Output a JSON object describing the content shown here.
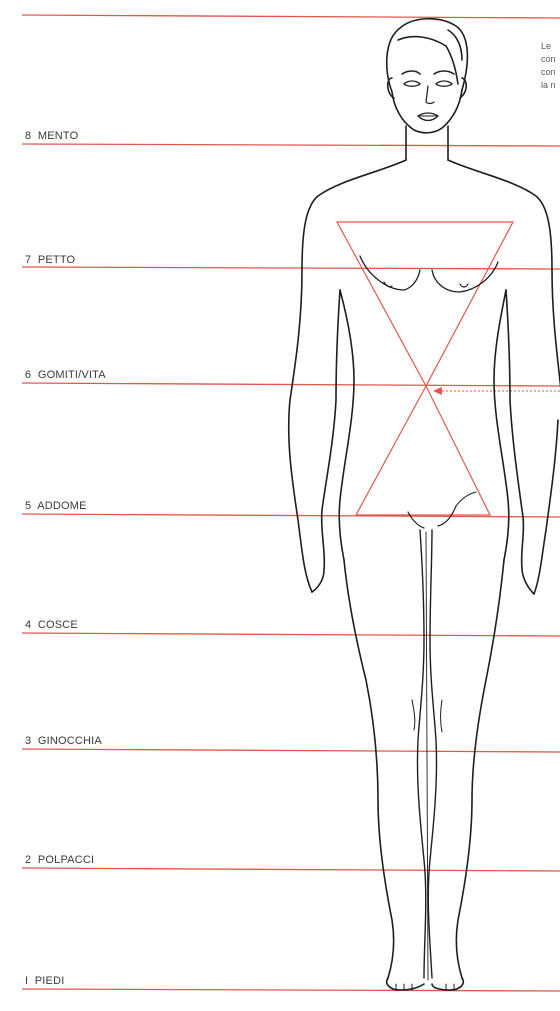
{
  "levels": [
    {
      "label": ""
    },
    {
      "label": "8  MENTO"
    },
    {
      "label": "7  PETTO"
    },
    {
      "label": "6  GOMITI/VITA"
    },
    {
      "label": "5  ADDOME"
    },
    {
      "label": "4  COSCE"
    },
    {
      "label": "3  GINOCCHIA"
    },
    {
      "label": "2  POLPACCI"
    },
    {
      "label": "I  PIEDI"
    }
  ],
  "intro_lines": [
    "Le",
    "con",
    "con",
    "la n"
  ],
  "colors": {
    "guide_line": "#e0584a",
    "figure_stroke": "#1e1e1e",
    "label_text": "#3a3a3a",
    "intro_text": "#5a5a5a"
  }
}
